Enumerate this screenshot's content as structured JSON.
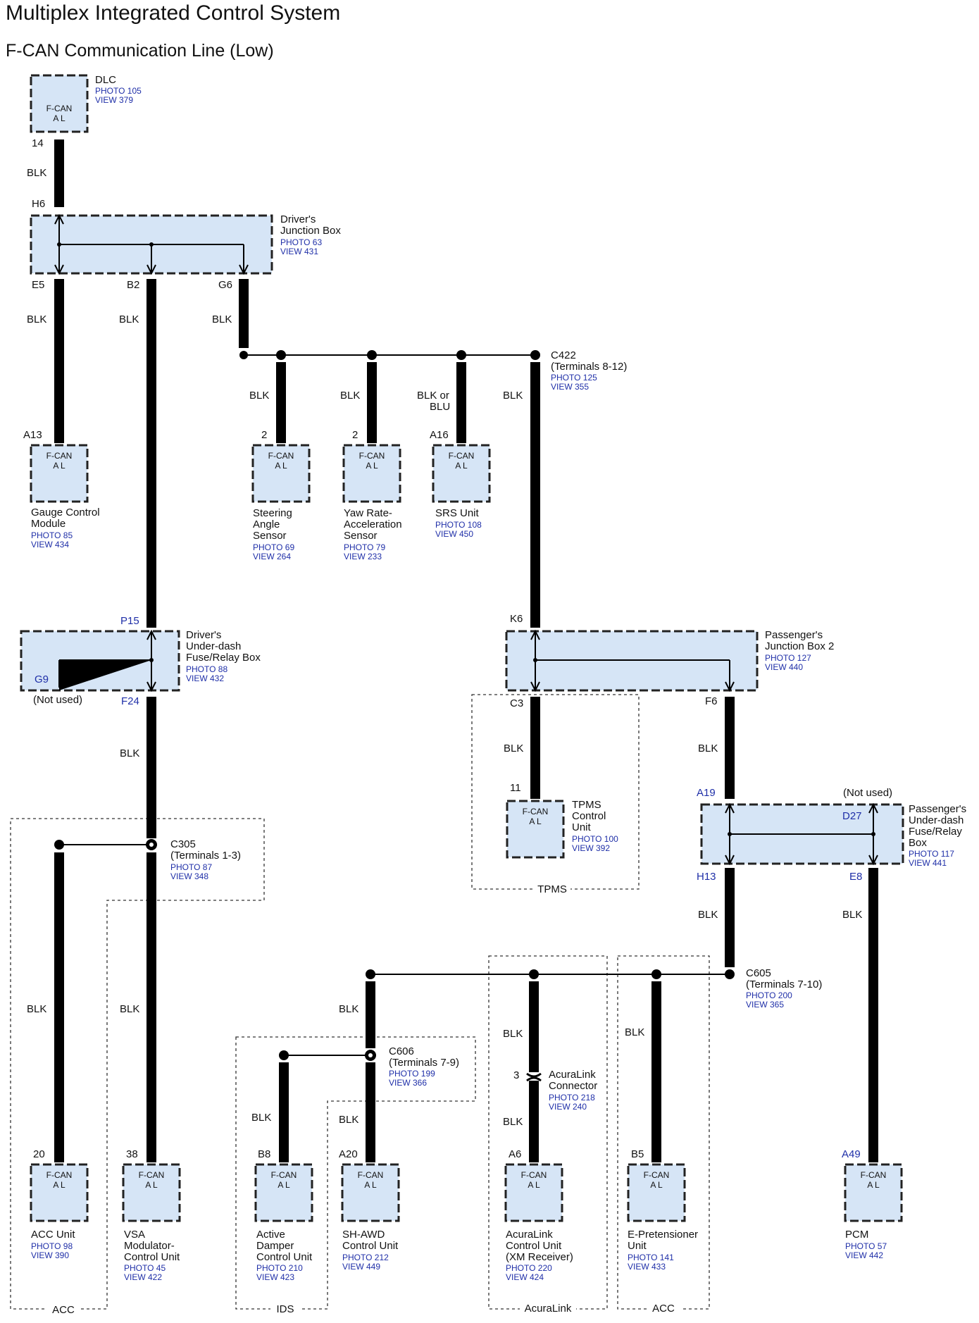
{
  "title": "Multiplex Integrated Control System",
  "subtitle": "F-CAN Communication Line (Low)",
  "module_text": [
    "F-CAN",
    "A L"
  ],
  "wire_color": "BLK",
  "wire_color_alt": [
    "BLK or",
    "BLU"
  ],
  "not_used": "(Not used)",
  "components": {
    "dlc": {
      "name": [
        "DLC"
      ],
      "photo": "PHOTO 105",
      "view": "VIEW 379"
    },
    "djb": {
      "name": [
        "Driver's",
        "Junction Box"
      ],
      "photo": "PHOTO 63",
      "view": "VIEW 431"
    },
    "gauge": {
      "name": [
        "Gauge Control",
        "Module"
      ],
      "photo": "PHOTO 85",
      "view": "VIEW 434"
    },
    "steering": {
      "name": [
        "Steering",
        "Angle",
        "Sensor"
      ],
      "photo": "PHOTO 69",
      "view": "VIEW 264"
    },
    "yaw": {
      "name": [
        "Yaw Rate-",
        "Acceleration",
        "Sensor"
      ],
      "photo": "PHOTO 79",
      "view": "VIEW 233"
    },
    "srs": {
      "name": [
        "SRS Unit"
      ],
      "photo": "PHOTO 108",
      "view": "VIEW 450"
    },
    "c422": {
      "name": [
        "C422",
        "(Terminals 8-12)"
      ],
      "photo": "PHOTO 125",
      "view": "VIEW 355"
    },
    "dufb": {
      "name": [
        "Driver's",
        "Under-dash",
        "Fuse/Relay Box"
      ],
      "photo": "PHOTO 88",
      "view": "VIEW 432"
    },
    "pjb2": {
      "name": [
        "Passenger's",
        "Junction Box 2"
      ],
      "photo": "PHOTO 127",
      "view": "VIEW 440"
    },
    "tpms": {
      "name": [
        "TPMS",
        "Control",
        "Unit"
      ],
      "photo": "PHOTO 100",
      "view": "VIEW 392"
    },
    "pufb": {
      "name": [
        "Passenger's",
        "Under-dash",
        "Fuse/Relay",
        "Box"
      ],
      "photo": "PHOTO 117",
      "view": "VIEW 441"
    },
    "c305": {
      "name": [
        "C305",
        "(Terminals 1-3)"
      ],
      "photo": "PHOTO 87",
      "view": "VIEW 348"
    },
    "c605": {
      "name": [
        "C605",
        "(Terminals 7-10)"
      ],
      "photo": "PHOTO 200",
      "view": "VIEW 365"
    },
    "c606": {
      "name": [
        "C606",
        "(Terminals 7-9)"
      ],
      "photo": "PHOTO 199",
      "view": "VIEW 366"
    },
    "acuraconn": {
      "name": [
        "AcuraLink",
        "Connector"
      ],
      "photo": "PHOTO 218",
      "view": "VIEW 240"
    },
    "acc_unit": {
      "name": [
        "ACC Unit"
      ],
      "photo": "PHOTO 98",
      "view": "VIEW 390"
    },
    "vsa": {
      "name": [
        "VSA",
        "Modulator-",
        "Control Unit"
      ],
      "photo": "PHOTO 45",
      "view": "VIEW 422"
    },
    "damper": {
      "name": [
        "Active",
        "Damper",
        "Control Unit"
      ],
      "photo": "PHOTO 210",
      "view": "VIEW 423"
    },
    "shawd": {
      "name": [
        "SH-AWD",
        "Control Unit"
      ],
      "photo": "PHOTO 212",
      "view": "VIEW 449"
    },
    "acuralink": {
      "name": [
        "AcuraLink",
        "Control Unit",
        "(XM Receiver)"
      ],
      "photo": "PHOTO 220",
      "view": "VIEW 424"
    },
    "epret": {
      "name": [
        "E-Pretensioner",
        "Unit"
      ],
      "photo": "PHOTO 141",
      "view": "VIEW 433"
    },
    "pcm": {
      "name": [
        "PCM"
      ],
      "photo": "PHOTO 57",
      "view": "VIEW 442"
    }
  },
  "pins": {
    "dlc_14": "14",
    "h6": "H6",
    "e5": "E5",
    "b2": "B2",
    "g6": "G6",
    "a13": "A13",
    "steer_2": "2",
    "yaw_2": "2",
    "a16": "A16",
    "p15": "P15",
    "g9": "G9",
    "f24": "F24",
    "k6": "K6",
    "c3": "C3",
    "f6": "F6",
    "tpms_11": "11",
    "a19": "A19",
    "d27": "D27",
    "h13": "H13",
    "e8": "E8",
    "acc_20": "20",
    "vsa_38": "38",
    "b8": "B8",
    "a20": "A20",
    "conn_3": "3",
    "a6": "A6",
    "b5": "B5",
    "a49": "A49"
  },
  "regions": {
    "acc_left": "ACC",
    "ids": "IDS",
    "tpms": "TPMS",
    "acuralink": "AcuraLink",
    "acc_right": "ACC"
  },
  "colors": {
    "box_fill": "#d6e5f6",
    "ref_text": "#1f2fa8",
    "wire": "#000000"
  }
}
